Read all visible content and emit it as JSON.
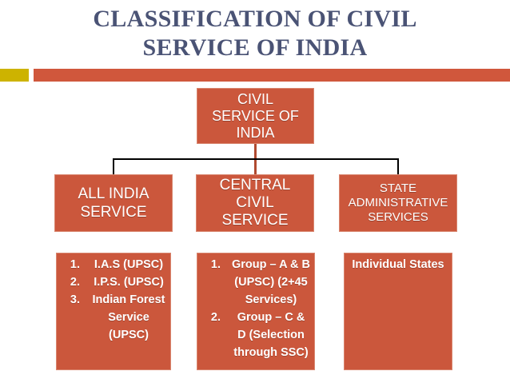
{
  "slide": {
    "title": "CLASSIFICATION OF CIVIL SERVICE OF INDIA",
    "title_line1": "CLASSIFICATION OF CIVIL",
    "title_line2": "SERVICE OF INDIA",
    "colors": {
      "title_text": "#4a5375",
      "accent_bar": "#d0573c",
      "accent_bar_small": "#cdb300",
      "box_fill": "#cb573c",
      "box_border": "#d9866f",
      "box_text": "#ffffff",
      "connector": "#000000",
      "background": "#ffffff"
    }
  },
  "chart_data": {
    "type": "diagram",
    "title": "CLASSIFICATION OF CIVIL SERVICE OF INDIA",
    "root": {
      "label": "CIVIL SERVICE OF INDIA"
    },
    "branches": [
      {
        "label": "ALL INDIA SERVICE",
        "details_type": "ordered-list",
        "details": [
          "I.A.S (UPSC)",
          "I.P.S. (UPSC)",
          "Indian Forest Service (UPSC)"
        ]
      },
      {
        "label": "CENTRAL CIVIL SERVICE",
        "details_type": "ordered-list",
        "details": [
          "Group – A & B (UPSC) (2+45 Services)",
          "Group – C & D (Selection through SSC)"
        ]
      },
      {
        "label": "STATE ADMINISTRATIVE SERVICES",
        "details_type": "text",
        "details": [
          "Individual States"
        ]
      }
    ]
  },
  "boxes": {
    "top": {
      "line1": "CIVIL",
      "line2": "SERVICE OF",
      "line3": "INDIA"
    },
    "mid_left": {
      "line1": "ALL INDIA",
      "line2": "SERVICE"
    },
    "mid_center": {
      "line1": "CENTRAL",
      "line2": "CIVIL",
      "line3": "SERVICE"
    },
    "mid_right": {
      "line1": "STATE",
      "line2": "ADMINISTRATIVE",
      "line3": "SERVICES"
    },
    "bottom_left": {
      "item1": "I.A.S (UPSC)",
      "item2": "I.P.S. (UPSC)",
      "item3": "Indian Forest Service (UPSC)"
    },
    "bottom_center": {
      "item1": "Group – A & B (UPSC) (2+45 Services)",
      "item2": "Group – C & D (Selection through SSC)"
    },
    "bottom_right": {
      "text": "Individual States"
    }
  }
}
